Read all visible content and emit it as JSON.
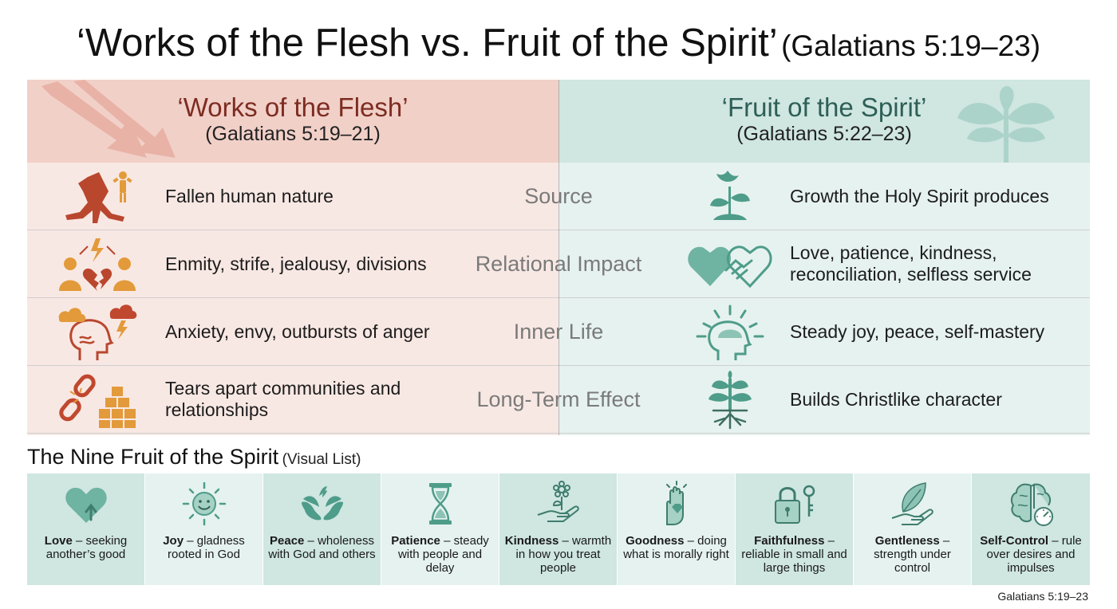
{
  "title": {
    "main": "‘Works of the Flesh vs. Fruit of the Spirit’",
    "ref": "(Galatians 5:19–23)"
  },
  "flesh": {
    "heading": "‘Works of the Flesh’",
    "ref": "(Galatians 5:19–21)"
  },
  "spirit": {
    "heading": "‘Fruit of the Spirit’",
    "ref": "(Galatians 5:22–23)"
  },
  "rows": [
    {
      "label": "Source",
      "flesh": "Fallen human nature",
      "spirit": "Growth the Holy Spirit produces",
      "flesh_icon": "broken-tree-roots-icon",
      "spirit_icon": "dove-sprout-icon"
    },
    {
      "label": "Relational Impact",
      "flesh": "Enmity, strife, jealousy, divisions",
      "spirit": "Love, patience, kindness, reconciliation, selfless service",
      "flesh_icon": "broken-heart-people-icon",
      "spirit_icon": "heart-handshake-icon"
    },
    {
      "label": "Inner Life",
      "flesh": "Anxiety, envy, outbursts of anger",
      "spirit": "Steady joy, peace, self-mastery",
      "flesh_icon": "storm-head-icon",
      "spirit_icon": "sunrise-head-icon"
    },
    {
      "label": "Long-Term Effect",
      "flesh": "Tears apart communities and relationships",
      "spirit": "Builds Christlike character",
      "flesh_icon": "broken-chain-blocks-icon",
      "spirit_icon": "rooted-tree-icon"
    }
  ],
  "nine": {
    "title": "The Nine Fruit of the Spirit",
    "subtitle": "(Visual List)",
    "items": [
      {
        "name": "Love",
        "sep": " – ",
        "desc": "seeking another’s good",
        "icon": "heart-arrow-icon"
      },
      {
        "name": "Joy",
        "sep": " – ",
        "desc": "gladness rooted in God",
        "icon": "smiling-sun-icon"
      },
      {
        "name": "Peace",
        "sep": " – ",
        "desc": "wholeness with God and others",
        "icon": "two-doves-icon"
      },
      {
        "name": "Patience",
        "sep": " – ",
        "desc": "steady with people and delay",
        "icon": "hourglass-icon"
      },
      {
        "name": "Kindness",
        "sep": " – ",
        "desc": "warmth in how you treat people",
        "icon": "hand-flower-icon"
      },
      {
        "name": "Goodness",
        "sep": " – ",
        "desc": "doing what is morally right",
        "icon": "hand-gem-icon"
      },
      {
        "name": "Faithfulness",
        "sep": " – ",
        "desc": "reliable in small and large things",
        "icon": "lock-key-icon"
      },
      {
        "name": "Gentleness",
        "sep": " – ",
        "desc": "strength under control",
        "icon": "hand-feather-icon"
      },
      {
        "name": "Self-Control",
        "sep": " – ",
        "desc": "rule over desires and impulses",
        "icon": "brain-gauge-icon"
      }
    ]
  },
  "footer": "Galatians 5:19–23",
  "colors": {
    "flesh_header": "#f1d0c8",
    "flesh_bg": "#f8e8e3",
    "spirit_header": "#cfe6e1",
    "spirit_bg": "#e6f2ef",
    "flesh_title": "#7d2c21",
    "spirit_title": "#2e5f56",
    "teal_icon": "#4e9c8a",
    "red_icon": "#c0482f",
    "orange_icon": "#e39a3b"
  }
}
